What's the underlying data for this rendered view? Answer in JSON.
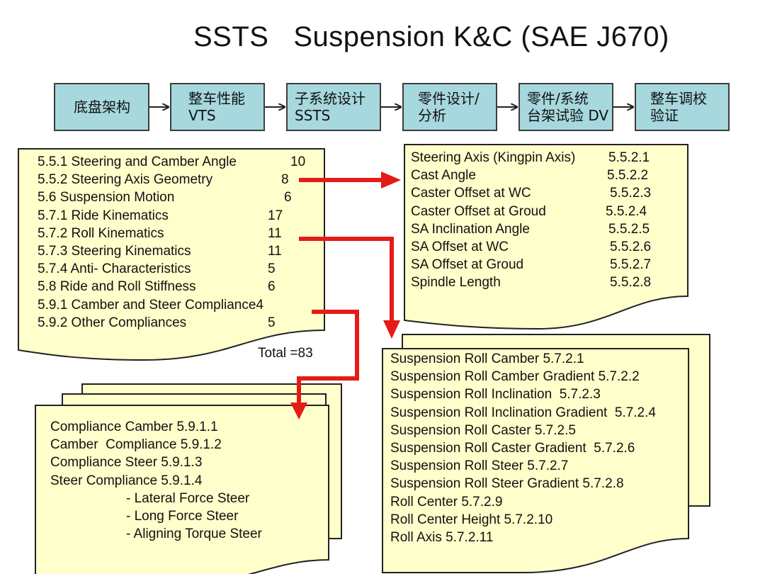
{
  "title": "SSTS   Suspension K&C (SAE J670)",
  "flow": [
    {
      "line1": "底盘架构",
      "line2": ""
    },
    {
      "line1": "整车性能",
      "line2": "VTS"
    },
    {
      "line1": "子系统设计",
      "line2": "SSTS"
    },
    {
      "line1": "零件设计/",
      "line2": "分析"
    },
    {
      "line1": "零件/系统",
      "line2": "台架试验 DV"
    },
    {
      "line1": "整车调校",
      "line2": "验证"
    }
  ],
  "sections": [
    {
      "label": "5.5.1 Steering and Camber Angle",
      "count": "10"
    },
    {
      "label": "5.5.2 Steering Axis Geometry",
      "count": "8"
    },
    {
      "label": "5.6 Suspension Motion",
      "count": "6"
    },
    {
      "label": "5.7.1 Ride Kinematics",
      "count": "17"
    },
    {
      "label": "5.7.2 Roll Kinematics",
      "count": "11"
    },
    {
      "label": "5.7.3 Steering Kinematics",
      "count": "11"
    },
    {
      "label": "5.7.4 Anti- Characteristics",
      "count": "5"
    },
    {
      "label": "5.8 Ride and Roll Stiffness",
      "count": "6"
    },
    {
      "label": "5.9.1 Camber and Steer Compliance4",
      "count": ""
    },
    {
      "label": "5.9.2 Other Compliances",
      "count": "5"
    }
  ],
  "total": "Total =83",
  "steering_axis": [
    {
      "label": "Steering Axis (Kingpin Axis)",
      "code": "5.5.2.1"
    },
    {
      "label": "Cast Angle",
      "code": "5.5.2.2"
    },
    {
      "label": "Caster Offset at WC",
      "code": "5.5.2.3"
    },
    {
      "label": "Caster Offset at Groud",
      "code": "5.5.2.4"
    },
    {
      "label": "SA Inclination Angle",
      "code": "5.5.2.5"
    },
    {
      "label": "SA Offset at WC",
      "code": "5.5.2.6"
    },
    {
      "label": "SA Offset at Groud",
      "code": "5.5.2.7"
    },
    {
      "label": "Spindle Length",
      "code": "5.5.2.8"
    }
  ],
  "roll_kinematics": [
    "Suspension Roll Camber 5.7.2.1",
    "Suspension Roll Camber Gradient 5.7.2.2",
    "Suspension Roll Inclination  5.7.2.3",
    "Suspension Roll Inclination Gradient  5.7.2.4",
    "Suspension Roll Caster 5.7.2.5",
    "Suspension Roll Caster Gradient  5.7.2.6",
    "Suspension Roll Steer 5.7.2.7",
    "Suspension Roll Steer Gradient 5.7.2.8",
    "Roll Center 5.7.2.9",
    "Roll Center Height 5.7.2.10",
    "Roll Axis 5.7.2.11"
  ],
  "compliance": [
    "Compliance Camber 5.9.1.1",
    "Camber  Compliance 5.9.1.2",
    "Compliance Steer 5.9.1.3",
    "Steer Compliance 5.9.1.4",
    "- Lateral Force Steer",
    "- Long Force Steer",
    "- Aligning Torque Steer"
  ],
  "colors": {
    "doc_fill": "#ffffcc",
    "flow_fill": "#a6d8de",
    "arrow": "#e41b17"
  }
}
